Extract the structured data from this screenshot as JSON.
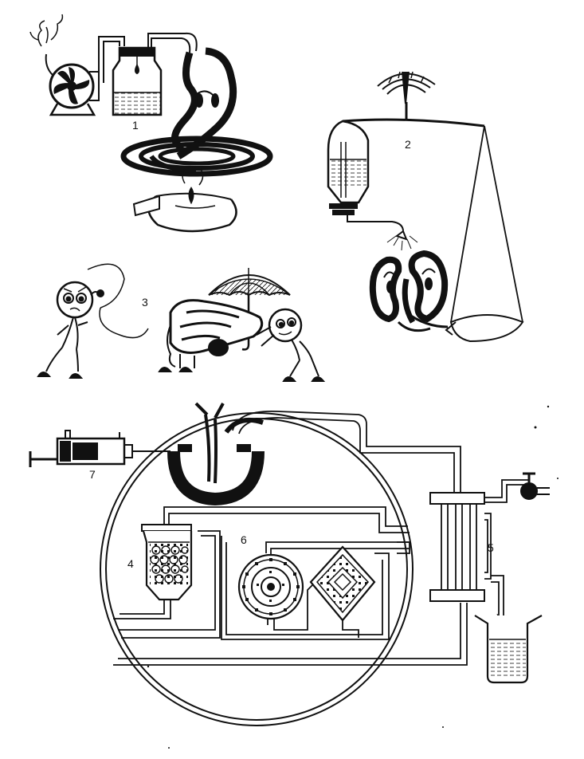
{
  "diagram": {
    "panels": [
      {
        "number": "1",
        "icon": "pump-bottle-distillation-icon"
      },
      {
        "number": "2",
        "icon": "balance-scale-drip-icon"
      },
      {
        "number": "3",
        "icon": "characters-umbrella-icon"
      },
      {
        "number": "4",
        "icon": "filter-column-icon"
      },
      {
        "number": "5",
        "icon": "condenser-tap-beaker-icon"
      },
      {
        "number": "6",
        "icon": "circuit-maze-icon"
      },
      {
        "number": "7",
        "icon": "syringe-icon"
      }
    ],
    "colors": {
      "ink": "#111111",
      "paper": "#ffffff"
    }
  }
}
